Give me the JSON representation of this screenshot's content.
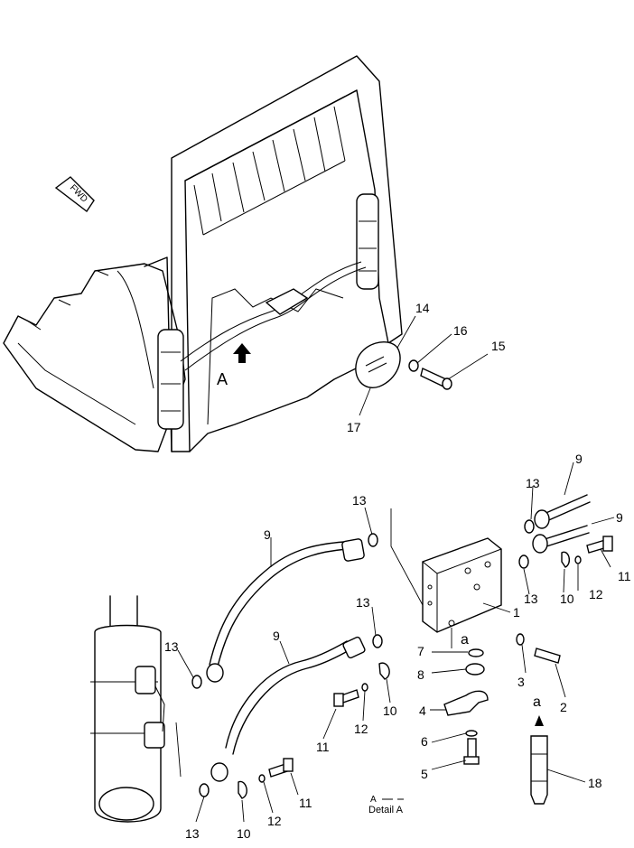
{
  "fwd_label": "FWD",
  "view_label": "A",
  "detail_arrow_label": "a",
  "detail_caption_top": "A",
  "detail_caption_bottom": "Detail A",
  "callouts": {
    "c14": "14",
    "c16": "16",
    "c15": "15",
    "c17": "17",
    "c9a": "9",
    "c13a": "13",
    "c9b": "9",
    "c13b": "13",
    "c9c": "9",
    "c11a": "11",
    "c13c": "13",
    "c10a": "10",
    "c12a": "12",
    "c1": "1",
    "c13d": "13",
    "c9d": "9",
    "c13e": "13",
    "c7": "7",
    "c8": "8",
    "c3": "3",
    "c2": "2",
    "c4": "4",
    "c10b": "10",
    "c12b": "12",
    "c11b": "11",
    "c6": "6",
    "c5": "5",
    "c18": "18",
    "c13f": "13",
    "c10c": "10",
    "c12c": "12",
    "c11c": "11"
  }
}
